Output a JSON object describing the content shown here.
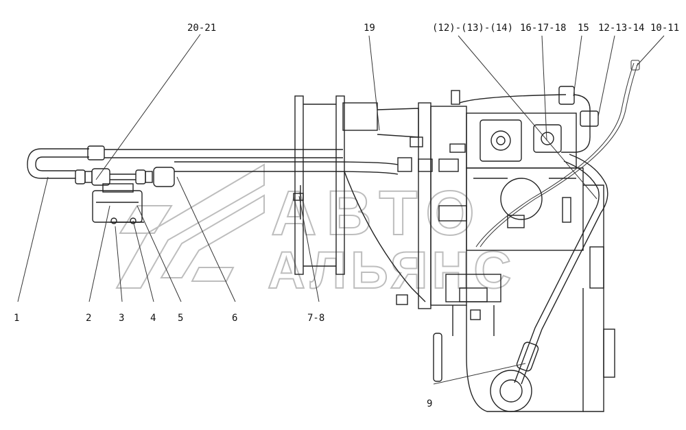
{
  "diagram": {
    "callouts_top": [
      "20-21",
      "19",
      "(12)-(13)-(14)",
      "16-17-18",
      "15",
      "12-13-14",
      "10-11"
    ],
    "callouts_bottom": [
      "1",
      "2",
      "3",
      "4",
      "5",
      "6",
      "7-8",
      "9"
    ]
  },
  "watermark": {
    "line1": "АВТО",
    "line2": "АЛЬЯНС"
  },
  "colors": {
    "line": "#222222",
    "watermark": "#bdbdbd",
    "background": "#ffffff"
  }
}
